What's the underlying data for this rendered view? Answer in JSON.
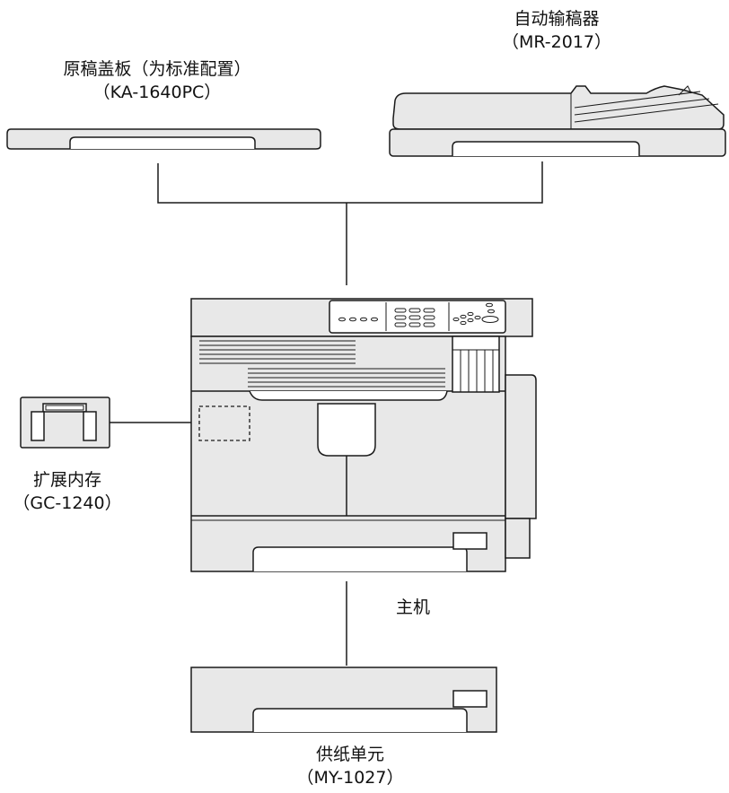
{
  "platen_cover": {
    "name": "原稿盖板（为标准配置）",
    "model": "（KA-1640PC）"
  },
  "adf": {
    "name": "自动输稿器",
    "model": "（MR-2017）"
  },
  "memory": {
    "name": "扩展内存",
    "model": "（GC-1240）"
  },
  "main_unit": {
    "name": "主机"
  },
  "paper_feed": {
    "name": "供纸单元",
    "model": "（MY-1027）"
  }
}
